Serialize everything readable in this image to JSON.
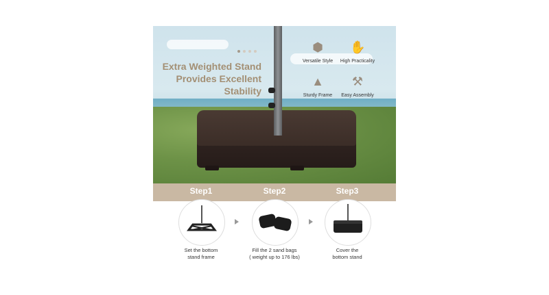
{
  "headline": {
    "line1": "Extra Weighted Stand",
    "line2": "Provides Excellent",
    "line3": "Stability"
  },
  "features": [
    {
      "label": "Versatile Style",
      "icon": "cube-icon"
    },
    {
      "label": "High Practicality",
      "icon": "thumbs-up-icon"
    },
    {
      "label": "Sturdy Frame",
      "icon": "triangle-shield-icon"
    },
    {
      "label": "Easy Assembly",
      "icon": "wrench-screwdriver-icon"
    }
  ],
  "steps": [
    {
      "title": "Step1",
      "line1": "Set the bottom",
      "line2": "stand frame"
    },
    {
      "title": "Step2",
      "line1": "Fill the 2 sand bags",
      "line2": "( weight up to 176 lbs)"
    },
    {
      "title": "Step3",
      "line1": "Cover the",
      "line2": "bottom stand"
    }
  ],
  "colors": {
    "accent": "#a38f74",
    "band": "#c9b8a3",
    "base": "#3b2d27"
  }
}
